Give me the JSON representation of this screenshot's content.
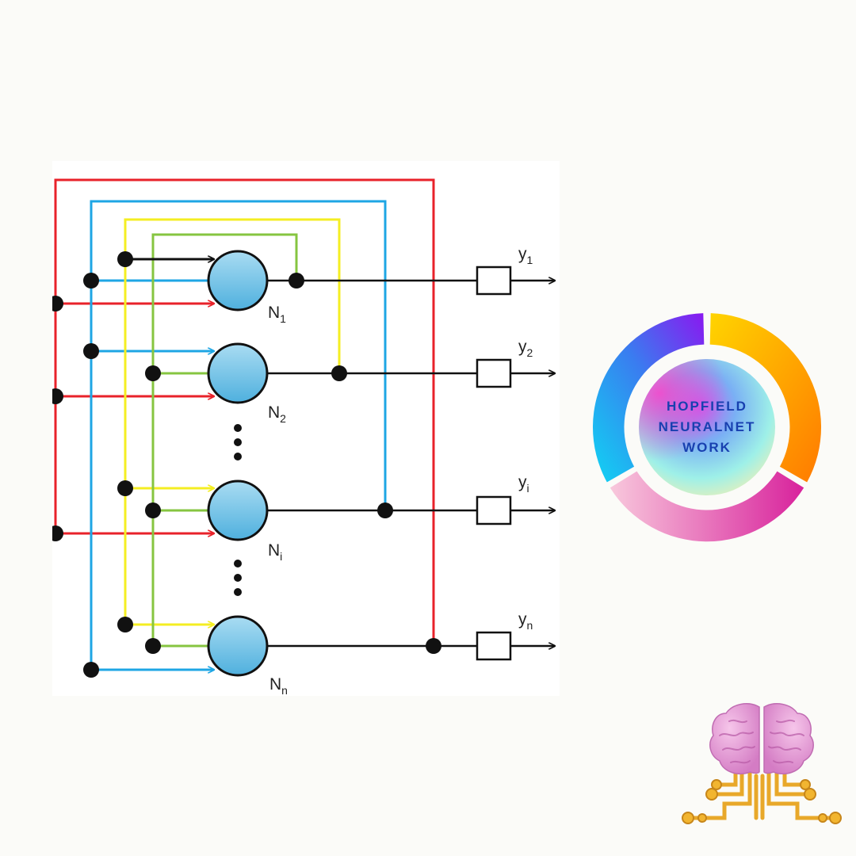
{
  "diagram": {
    "neurons": [
      {
        "label": "N",
        "sub": "1"
      },
      {
        "label": "N",
        "sub": "2"
      },
      {
        "label": "N",
        "sub": "i"
      },
      {
        "label": "N",
        "sub": "n"
      }
    ],
    "outputs": [
      {
        "label": "y",
        "sub": "1"
      },
      {
        "label": "y",
        "sub": "2"
      },
      {
        "label": "y",
        "sub": "i"
      },
      {
        "label": "y",
        "sub": "n"
      }
    ],
    "colors": {
      "red": "#e8222a",
      "blue": "#1ea6e4",
      "yellow": "#f4ee22",
      "green": "#86c540",
      "black": "#111111",
      "neuron_fill": "#6cc3e6"
    }
  },
  "badge": {
    "lines": [
      "HOPFIELD",
      "NEURALNET",
      "WORK"
    ],
    "text_color": "#1840b0"
  },
  "brain_icon": {
    "name": "brain-circuit-icon"
  }
}
